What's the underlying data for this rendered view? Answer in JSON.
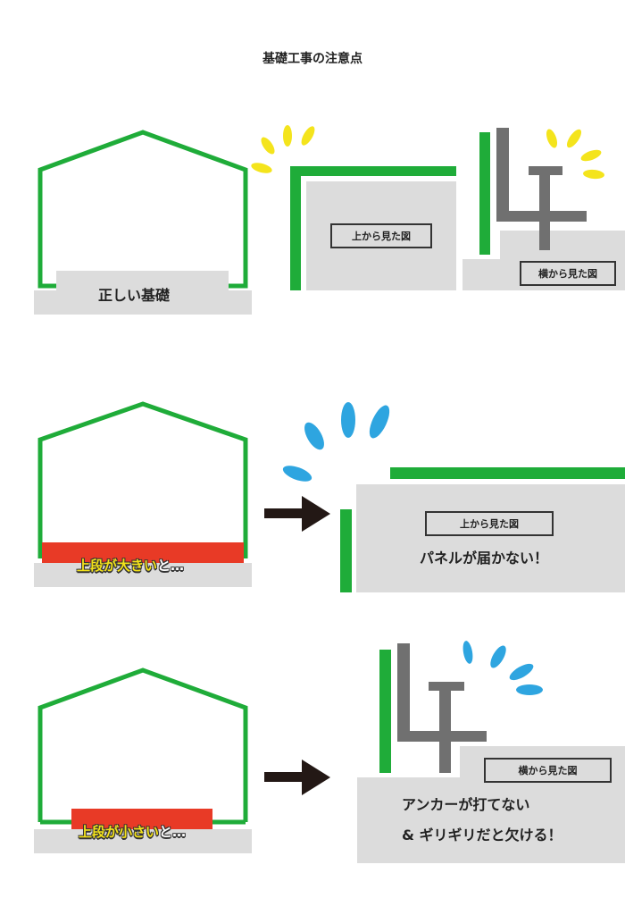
{
  "title": "基礎工事の注意点",
  "colors": {
    "green": "#1fac39",
    "gray": "#dcdcdc",
    "anchor": "#707070",
    "red": "#e83a26",
    "yellow": "#f4e41c",
    "blue": "#2ea5e0",
    "arrow": "#231815"
  },
  "section1": {
    "foundation_label": "正しい基礎",
    "top_view_label": "上から見た図",
    "side_view_label": "横から見た図"
  },
  "section2": {
    "caption_main": "上段が大きい",
    "caption_tail": "と…",
    "top_view_label": "上から見た図",
    "message": "パネルが届かない！"
  },
  "section3": {
    "caption_main": "上段が小さい",
    "caption_tail": "と…",
    "side_view_label": "横から見た図",
    "message_line1": "アンカーが打てない",
    "message_line2": "& ギリギリだと欠ける！"
  }
}
